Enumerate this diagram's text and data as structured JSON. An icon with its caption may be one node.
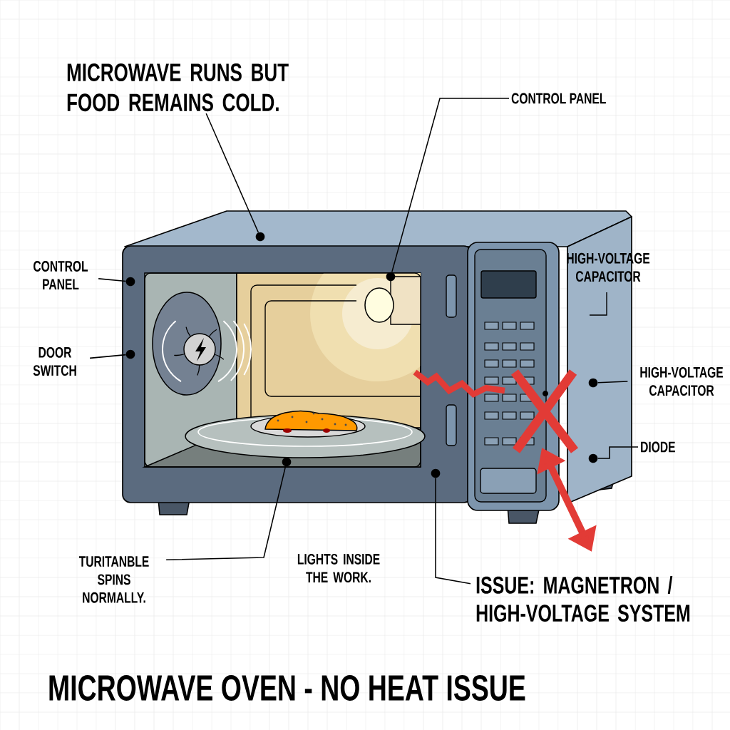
{
  "diagram": {
    "title": "MICROWAVE OVEN - NO HEAT ISSUE",
    "nodes": [
      {
        "text": [
          "MICROWAVE RUNS BUT FOOD REMAINS COLD."
        ]
      },
      {
        "text": [
          "CONTROL PANEL"
        ]
      },
      {
        "text": [
          "CONTROL PANEL"
        ]
      },
      {
        "text": [
          "DOOR SWITCH"
        ]
      },
      {
        "text": [
          "HIGH-VOLTAGE CAPACITOR"
        ]
      },
      {
        "text": [
          "DIODE"
        ]
      },
      {
        "text": [
          "TURITANBLE SPINS NORMALLY."
        ]
      },
      {
        "text": [
          "ISSUE: MAGNETRON / HIGH-VOLTAGE SYSTEM"
        ]
      },
      {
        "text": [],
        "shape": "circle"
      },
      {
        "text": [],
        "shape": "circle"
      },
      {
        "text": [],
        "shape": "circle"
      },
      {
        "text": [],
        "shape": "circle"
      },
      {
        "text": [],
        "shape": "circle"
      },
      {
        "text": [],
        "shape": "circle"
      },
      {
        "text": [],
        "shape": "circle"
      },
      {
        "text": [],
        "shape": "circle"
      }
    ],
    "edges": [
      {
        "from": 0,
        "to": 8,
        "arrow": "none"
      },
      {
        "from": 1,
        "to": 9,
        "arrow": "none"
      },
      {
        "from": 2,
        "to": 10,
        "arrow": "none"
      },
      {
        "from": 3,
        "to": 11,
        "arrow": "none"
      },
      {
        "from": 4,
        "to": 12,
        "arrow": "none"
      },
      {
        "from": 5,
        "to": 13,
        "arrow": "none"
      },
      {
        "from": 6,
        "to": 14,
        "arrow": "none"
      },
      {
        "from": 7,
        "to": 15,
        "arrow": "none"
      }
    ],
    "labels": [
      "HIGH-VOLTAGE CAPACITOR",
      "LIGHTS INSIDE THE WORK."
    ]
  }
}
